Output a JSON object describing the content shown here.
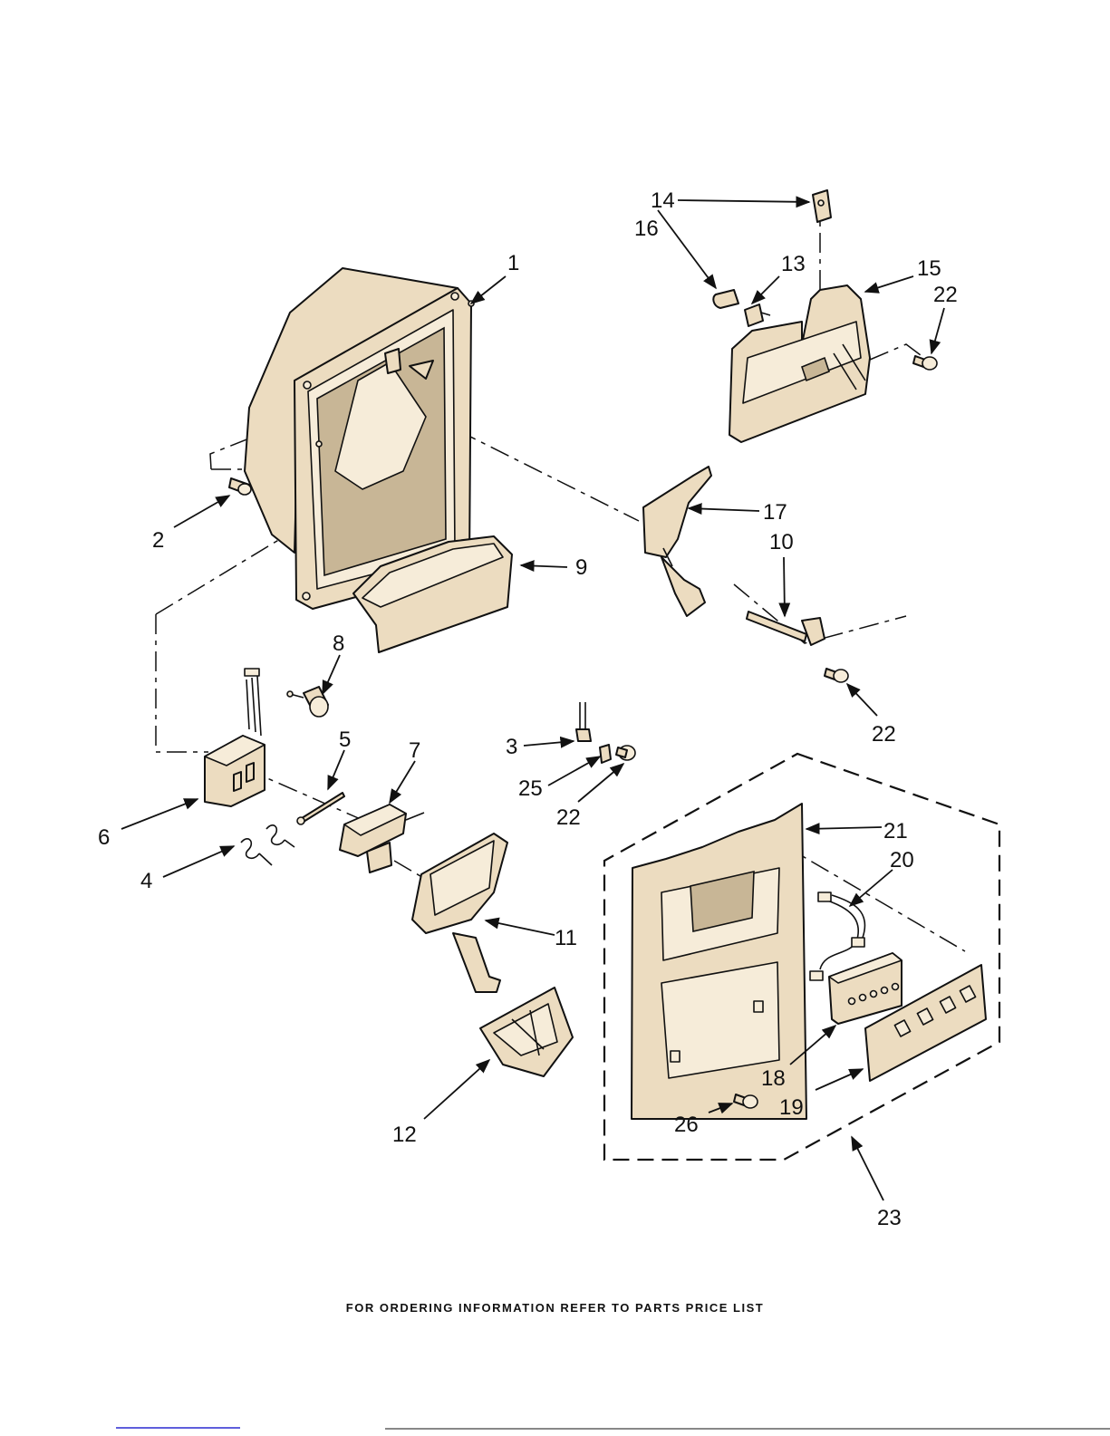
{
  "callouts": {
    "c1": "1",
    "c2": "2",
    "c3": "3",
    "c4": "4",
    "c5": "5",
    "c6": "6",
    "c7": "7",
    "c8": "8",
    "c9": "9",
    "c10": "10",
    "c11": "11",
    "c12": "12",
    "c13": "13",
    "c14": "14",
    "c15": "15",
    "c16": "16",
    "c17": "17",
    "c18": "18",
    "c19": "19",
    "c20": "20",
    "c21": "21",
    "c22a": "22",
    "c22b": "22",
    "c22c": "22",
    "c23": "23",
    "c25": "25",
    "c26": "26"
  },
  "footer": "FOR ORDERING INFORMATION REFER TO PARTS PRICE LIST"
}
